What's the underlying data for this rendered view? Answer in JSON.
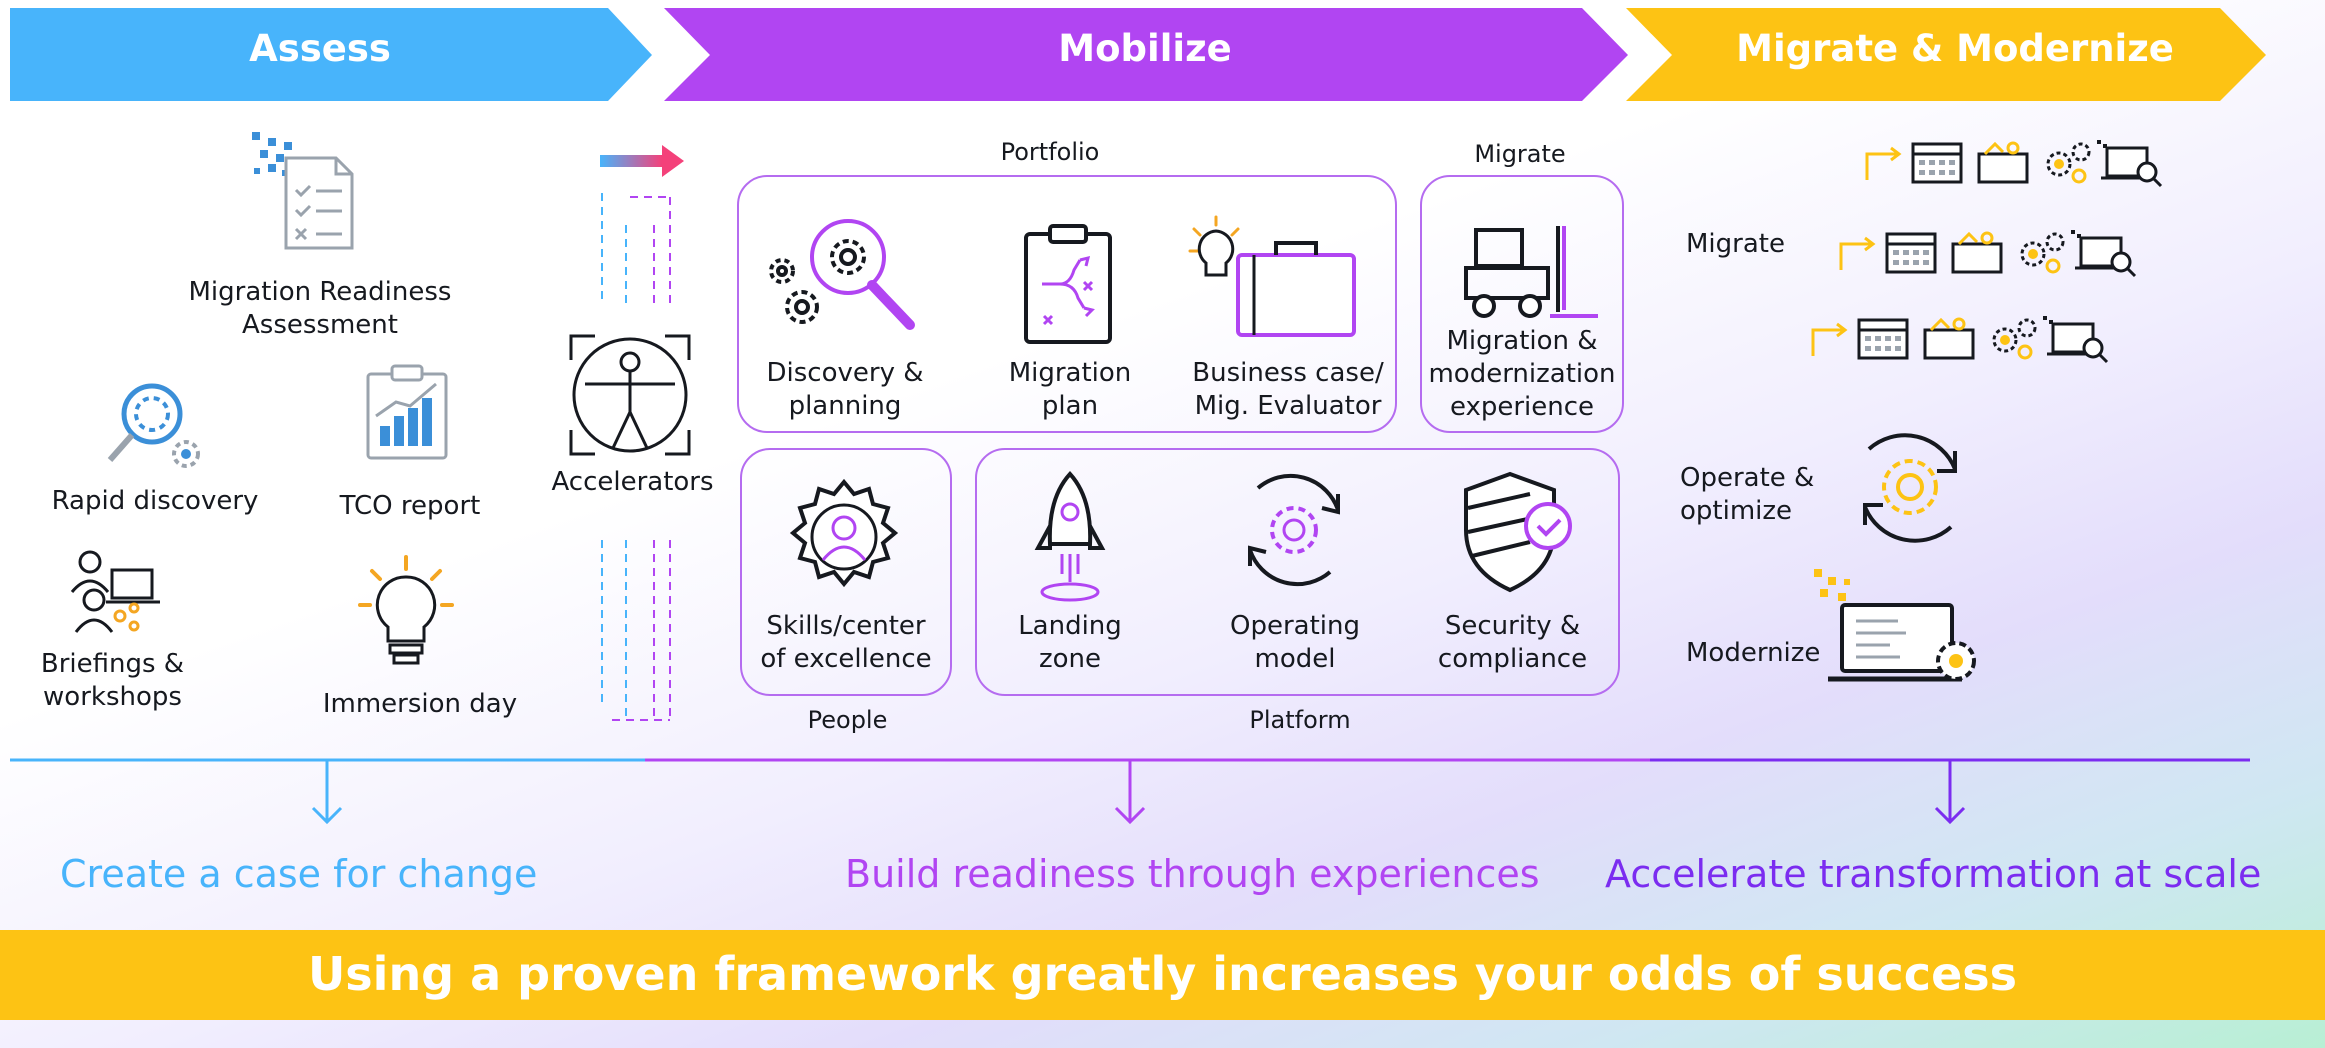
{
  "phases": [
    {
      "label": "Assess",
      "color": "#48b4fb"
    },
    {
      "label": "Mobilize",
      "color": "#b145f2"
    },
    {
      "label": "Migrate & Modernize",
      "color": "#fdc314"
    }
  ],
  "assess": {
    "mra_label": "Migration Readiness\nAssessment",
    "rapid_discovery_label": "Rapid discovery",
    "tco_label": "TCO report",
    "briefings_label": "Briefings &\nworkshops",
    "immersion_label": "Immersion day"
  },
  "accelerators": {
    "label": "Accelerators"
  },
  "mobilize": {
    "portfolio_title": "Portfolio",
    "migrate_title": "Migrate",
    "people_title": "People",
    "platform_title": "Platform",
    "discovery_label": "Discovery &\nplanning",
    "migration_plan_label": "Migration\nplan",
    "business_case_label": "Business case/\nMig. Evaluator",
    "migration_experience_label": "Migration &\nmodernization\nexperience",
    "skills_label": "Skills/center\nof excellence",
    "landing_zone_label": "Landing\nzone",
    "operating_model_label": "Operating\nmodel",
    "security_label": "Security &\ncompliance"
  },
  "migrate_modernize": {
    "migrate_label": "Migrate",
    "operate_label": "Operate &\noptimize",
    "modernize_label": "Modernize"
  },
  "outcomes": [
    {
      "label": "Create a case for change",
      "color": "#48b4fb"
    },
    {
      "label": "Build readiness through experiences",
      "color": "#b145f2"
    },
    {
      "label": "Accelerate transformation at scale",
      "color": "#7b2cf0"
    }
  ],
  "banner": {
    "text": "Using a proven framework greatly increases your odds of success",
    "color": "#fdc314"
  }
}
